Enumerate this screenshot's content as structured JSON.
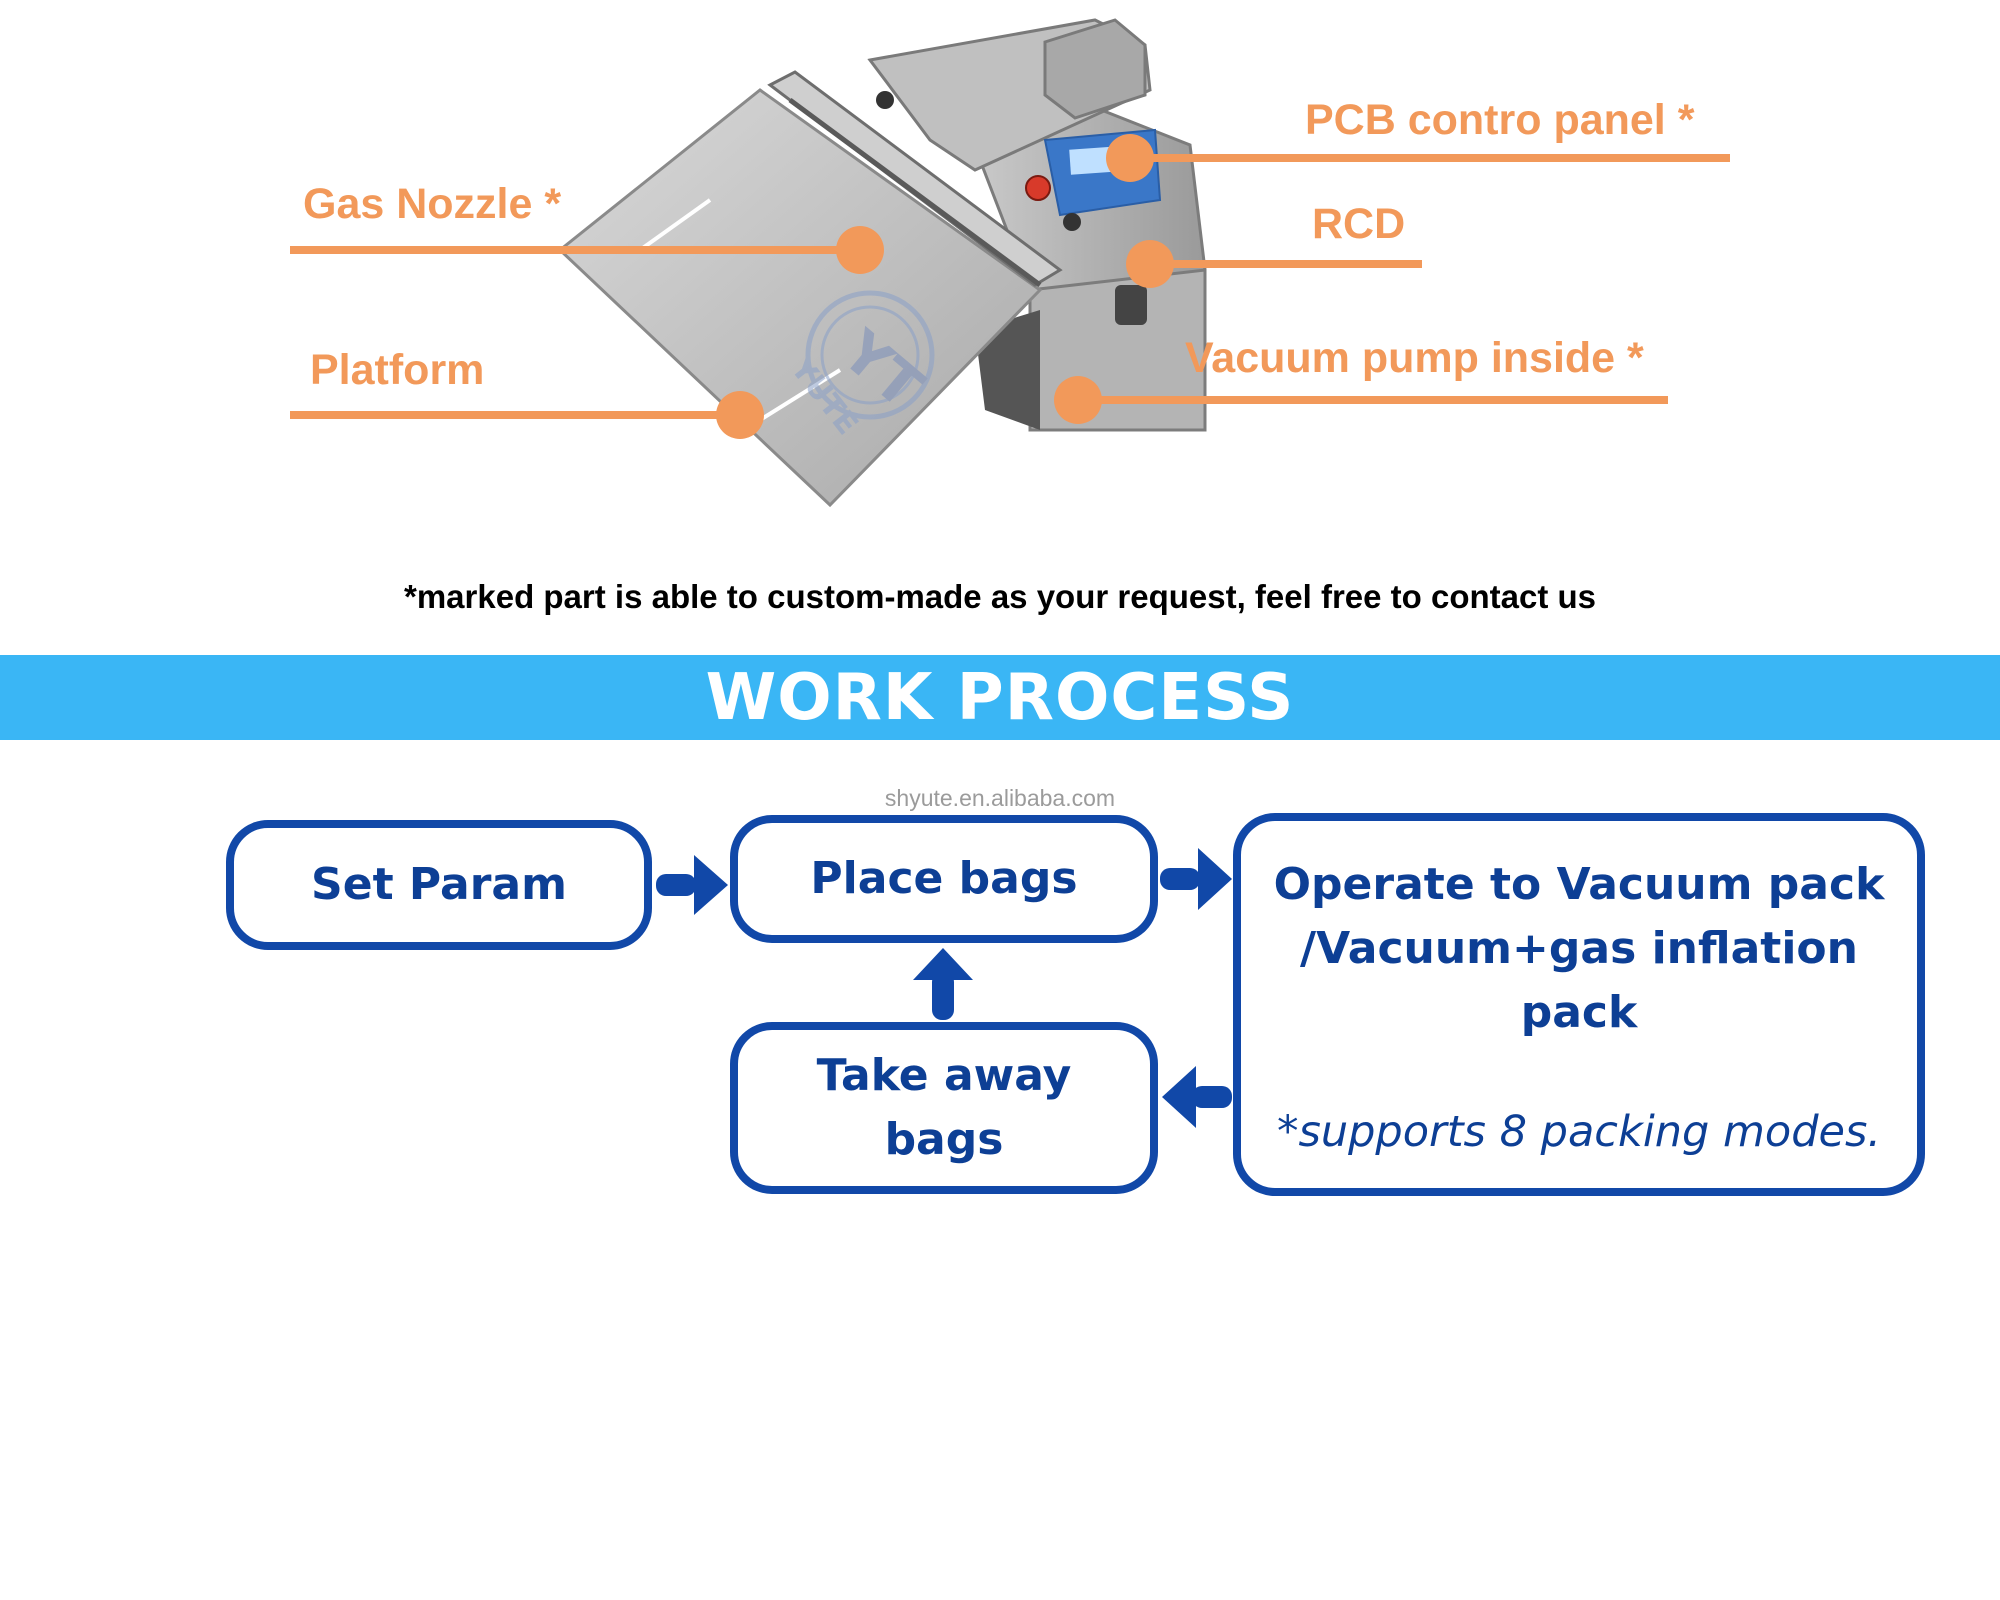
{
  "machine_diagram": {
    "callouts": {
      "gas_nozzle": "Gas Nozzle *",
      "platform": "Platform",
      "pcb_panel": "PCB contro panel *",
      "rcd": "RCD",
      "vacuum_pump": "Vacuum pump inside *"
    },
    "logo_text": "YUTE"
  },
  "note": "*marked part is able to custom-made as your request, feel free to contact us",
  "banner": {
    "title": "WORK PROCESS"
  },
  "watermark": "shyute.en.alibaba.com",
  "process": {
    "set_param": "Set Param",
    "place_bags": "Place bags",
    "take_away_line1": "Take away",
    "take_away_line2": "bags",
    "operate_line1": "Operate to Vacuum pack",
    "operate_line2": "/Vacuum+gas inflation pack",
    "operate_modes": "*supports 8 packing modes."
  },
  "colors": {
    "callout_orange": "#f2995a",
    "banner_blue": "#3ab6f5",
    "flow_blue": "#1148a8"
  }
}
